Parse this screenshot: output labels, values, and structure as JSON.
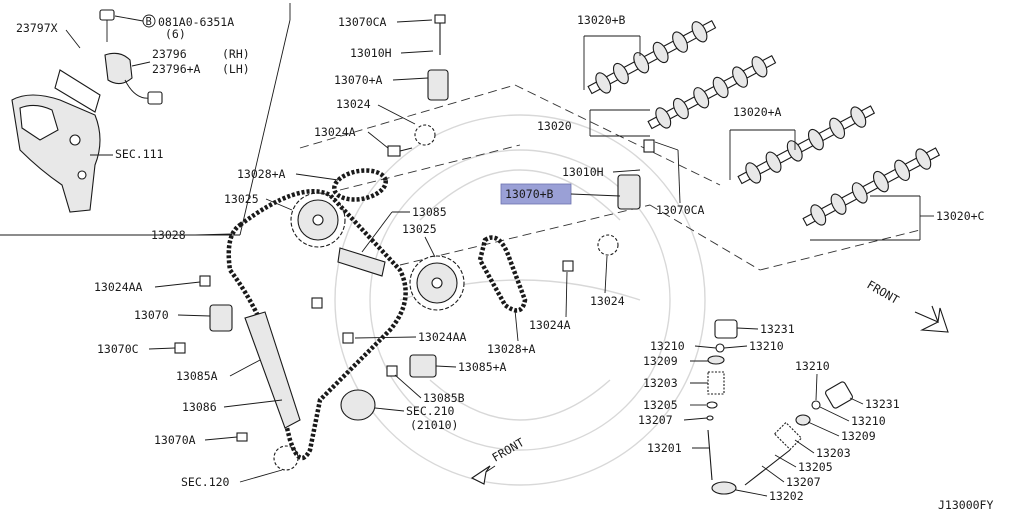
{
  "highlight_label": "13070+B",
  "diagram_code": "J13000FY",
  "front_arrows": [
    "FRONT",
    "FRONT"
  ],
  "inset": {
    "labels": [
      "23797X",
      "081A0-6351A",
      "(6)",
      "23796",
      "(RH)",
      "23796+A",
      "(LH)",
      "SEC.111"
    ],
    "circled_prefix": "B"
  },
  "labels": {
    "l13070ca_top": "13070CA",
    "l13010h_top": "13010H",
    "l13070a": "13070+A",
    "l13024": "13024",
    "l13024a_top": "13024A",
    "l13028a_top": "13028+A",
    "l13025_left": "13025",
    "l13028": "13028",
    "l13085": "13085",
    "l13025_mid": "13025",
    "l13024aa_left": "13024AA",
    "l13070": "13070",
    "l13070c": "13070C",
    "l13085a": "13085A",
    "l13086": "13086",
    "l13070a_low": "13070A",
    "lsec120": "SEC.120",
    "l13024aa_mid": "13024AA",
    "l13085a_plus": "13085+A",
    "l13085b": "13085B",
    "lsec210": "SEC.210",
    "l21010": "(21010)",
    "l13028a_mid": "13028+A",
    "l13024a_mid": "13024A",
    "l13024_mid": "13024",
    "l13020b": "13020+B",
    "l13020": "13020",
    "l13010h_mid": "13010H",
    "l13070ca_mid": "13070CA",
    "l13020a": "13020+A",
    "l13020c": "13020+C",
    "l13231_a": "13231",
    "l13210_a": "13210",
    "l13210_b": "13210",
    "l13209_a": "13209",
    "l13203_a": "13203",
    "l13205_a": "13205",
    "l13207_a": "13207",
    "l13201": "13201",
    "l13210_c": "13210",
    "l13231_b": "13231",
    "l13210_d": "13210",
    "l13209_b": "13209",
    "l13203_b": "13203",
    "l13205_b": "13205",
    "l13207_b": "13207",
    "l13202": "13202"
  }
}
